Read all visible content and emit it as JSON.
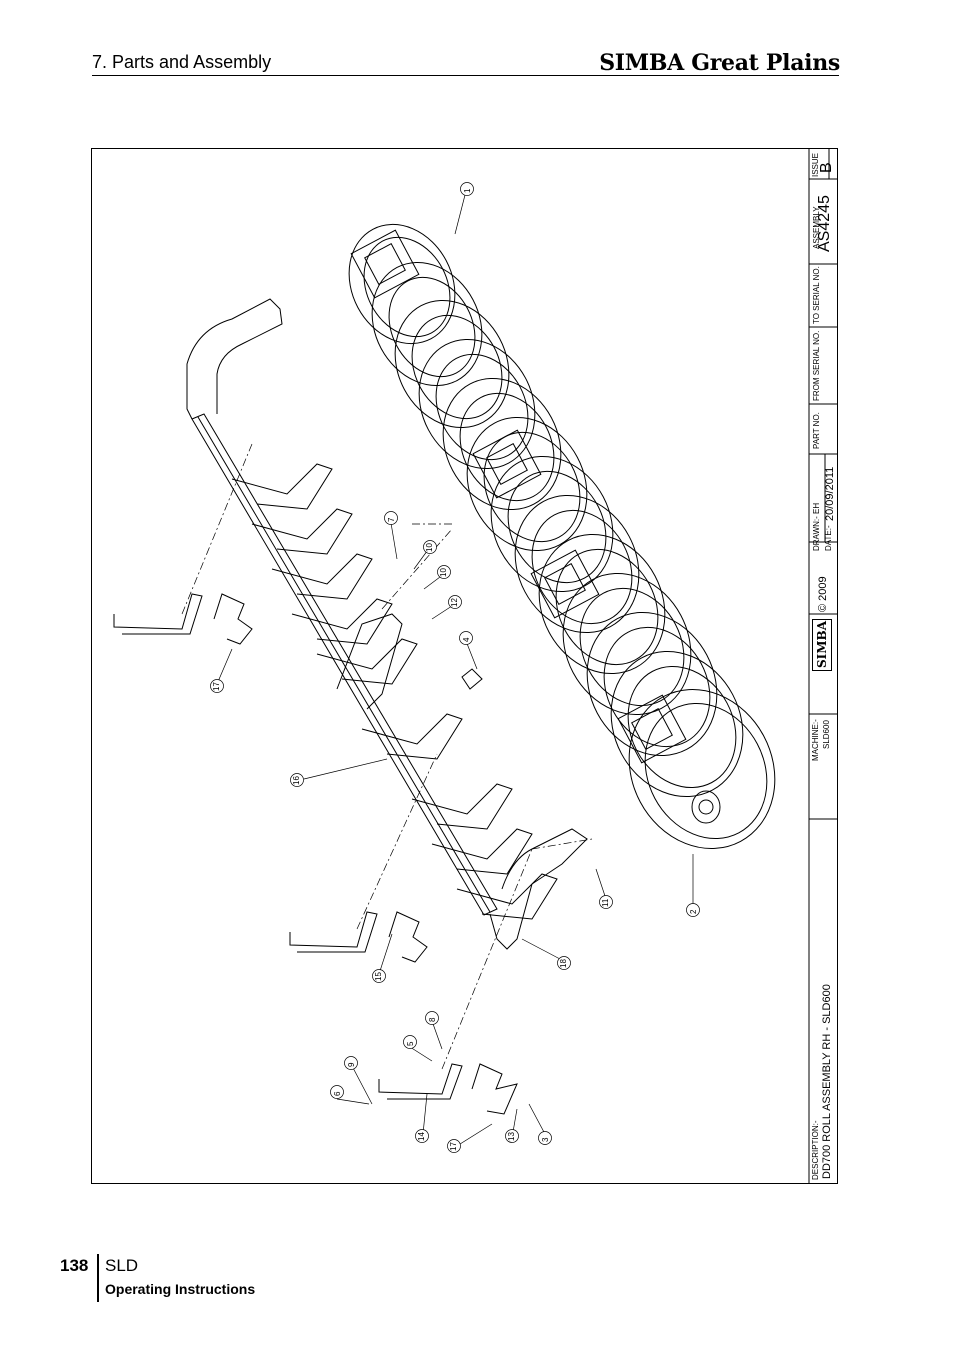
{
  "header": {
    "section_title": "7. Parts and Assembly",
    "brand": "SIMBA Great Plains"
  },
  "title_block": {
    "description_label": "DESCRIPTION:-",
    "description": "DD700 ROLL ASSEMBLY RH - SLD600",
    "machine_label": "MACHINE:-",
    "machine": "SLD600",
    "logo_text": "SIMBA",
    "copyright": "© 2009",
    "drawn": "DRAWN:- EH",
    "date_label": "DATE:-",
    "date": "20/09/2011",
    "part_no_label": "PART NO.",
    "from_serial_label": "FROM SERIAL NO.",
    "to_serial_label": "TO SERIAL NO.",
    "assembly_label": "ASSEMBLY",
    "assembly": "AS4245",
    "issue_label": "ISSUE",
    "issue": "B"
  },
  "callouts": [
    "1",
    "2",
    "3",
    "4",
    "5",
    "6",
    "7",
    "8",
    "9",
    "10",
    "10",
    "11",
    "12",
    "13",
    "14",
    "15",
    "16",
    "17",
    "17",
    "18"
  ],
  "footer": {
    "page_number": "138",
    "model": "SLD",
    "subtitle": "Operating Instructions"
  }
}
